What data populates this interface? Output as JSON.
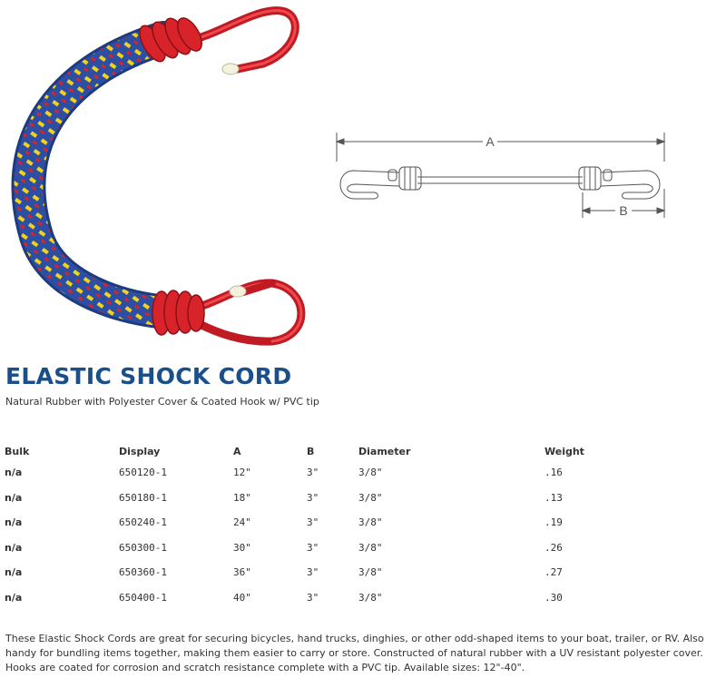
{
  "product": {
    "title": "ELASTIC SHOCK CORD",
    "subtitle": "Natural Rubber with Polyester Cover & Coated Hook w/ PVC tip"
  },
  "diagram": {
    "label_a": "A",
    "label_b": "B"
  },
  "table": {
    "headers": [
      "Bulk",
      "Display",
      "A",
      "B",
      "Diameter",
      "Weight"
    ],
    "rows": [
      [
        "n/a",
        "650120-1",
        "12\"",
        "3\"",
        "3/8\"",
        ".16"
      ],
      [
        "n/a",
        "650180-1",
        "18\"",
        "3\"",
        "3/8\"",
        ".13"
      ],
      [
        "n/a",
        "650240-1",
        "24\"",
        "3\"",
        "3/8\"",
        ".19"
      ],
      [
        "n/a",
        "650300-1",
        "30\"",
        "3\"",
        "3/8\"",
        ".26"
      ],
      [
        "n/a",
        "650360-1",
        "36\"",
        "3\"",
        "3/8\"",
        ".27"
      ],
      [
        "n/a",
        "650400-1",
        "40\"",
        "3\"",
        "3/8\"",
        ".30"
      ]
    ]
  },
  "description": "These Elastic Shock Cords are great for securing bicycles, hand trucks, dinghies, or other odd-shaped items to your boat, trailer, or RV. Also handy for bundling items together, making them easier to carry or store. Constructed of natural rubber with a UV resistant polyester cover. Hooks are coated for corrosion and scratch resistance complete with a PVC tip. Available sizes: 12\"-40\".",
  "colors": {
    "title": "#1a4f8a",
    "cord_blue": "#2c4fa3",
    "cord_yellow": "#f2d21b",
    "hook_red": "#d8232a"
  }
}
